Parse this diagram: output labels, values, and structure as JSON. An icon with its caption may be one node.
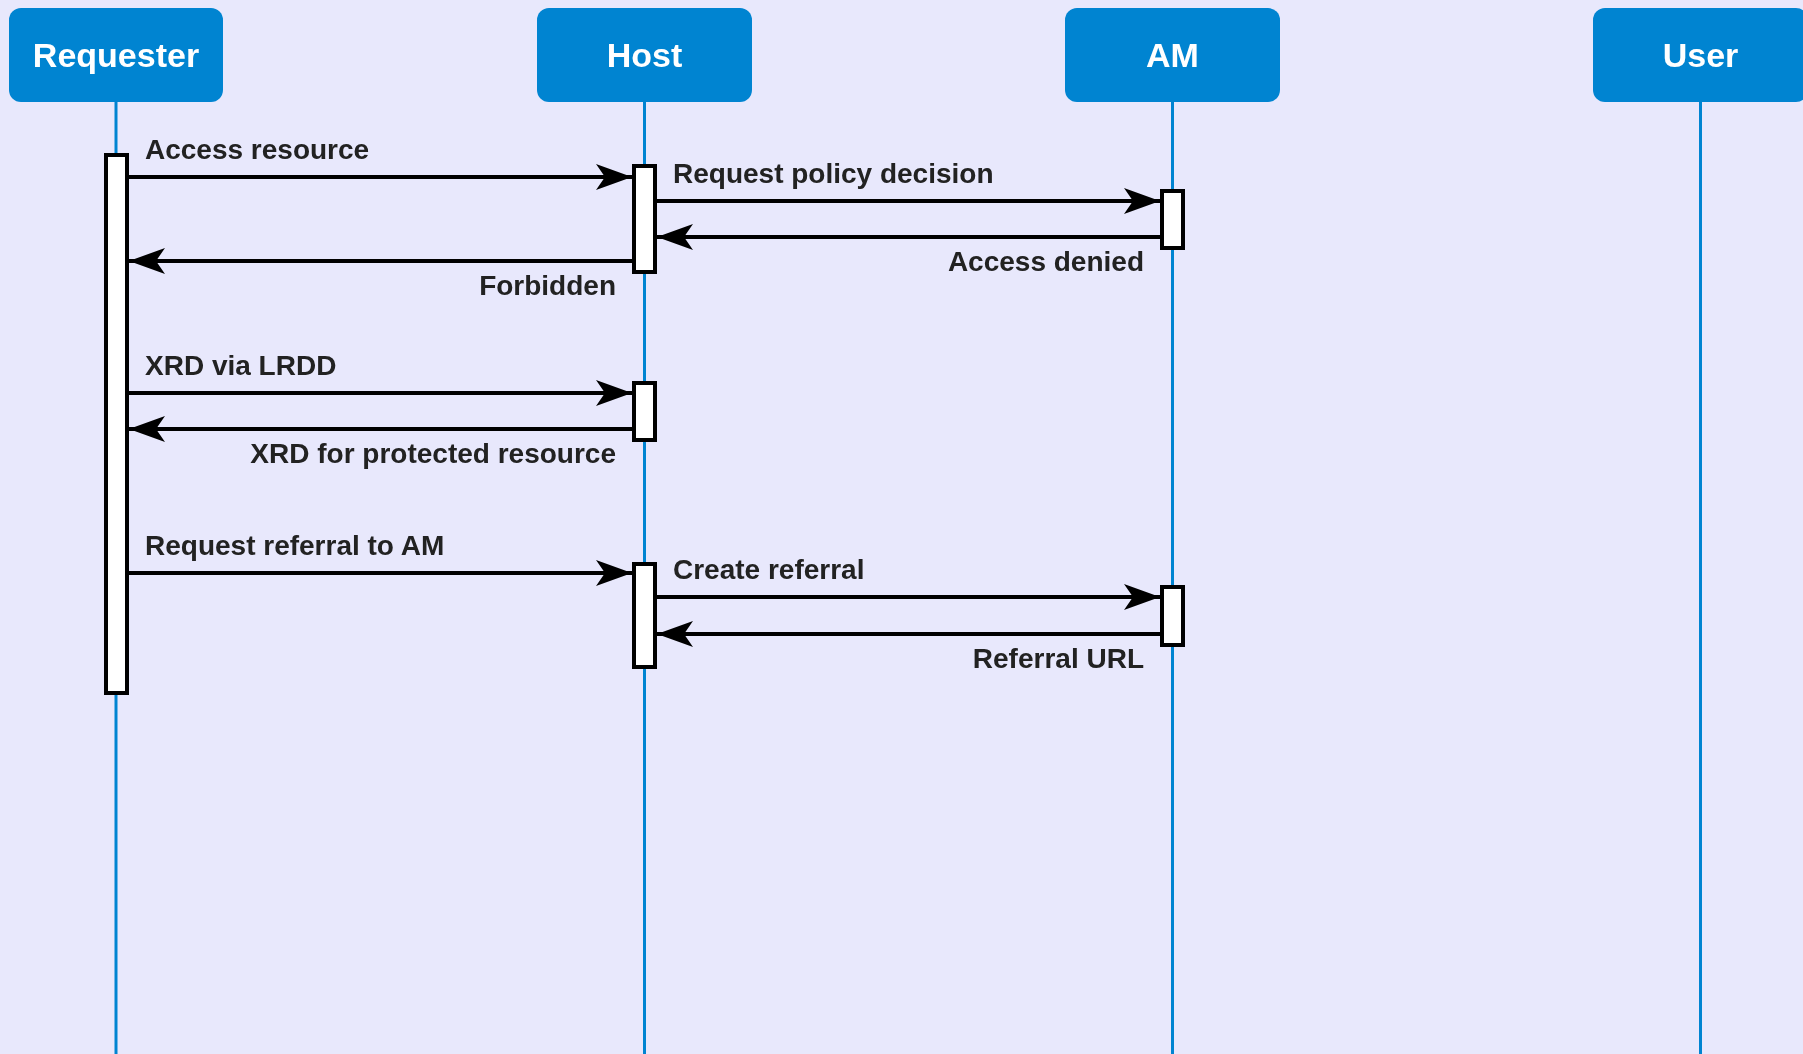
{
  "diagram": {
    "nodes": [
      {
        "text": [
          "Requester"
        ]
      },
      {
        "text": [
          "Host"
        ]
      },
      {
        "text": [
          "AM"
        ]
      },
      {
        "text": [
          "User"
        ]
      },
      {
        "text": [],
        "shape": "bar"
      },
      {
        "text": [],
        "shape": "bar"
      },
      {
        "text": [],
        "shape": "bar"
      },
      {
        "text": [],
        "shape": "bar"
      },
      {
        "text": [],
        "shape": "bar"
      },
      {
        "text": [],
        "shape": "bar"
      }
    ],
    "edges": [
      {
        "from": 4,
        "to": 5,
        "arrow": "to",
        "label": "Access resource"
      },
      {
        "from": 5,
        "to": 6,
        "arrow": "to",
        "label": "Request policy decision"
      },
      {
        "from": 6,
        "to": 5,
        "arrow": "to",
        "label": "Access denied"
      },
      {
        "from": 5,
        "to": 4,
        "arrow": "to",
        "label": "Forbidden"
      },
      {
        "from": 4,
        "to": 7,
        "arrow": "to",
        "label": "XRD via LRDD"
      },
      {
        "from": 7,
        "to": 4,
        "arrow": "to",
        "label": "XRD for protected resource"
      },
      {
        "from": 4,
        "to": 8,
        "arrow": "to",
        "label": "Request referral to AM"
      },
      {
        "from": 8,
        "to": 9,
        "arrow": "to",
        "label": "Create referral"
      },
      {
        "from": 9,
        "to": 8,
        "arrow": "to",
        "label": "Referral URL"
      }
    ]
  }
}
